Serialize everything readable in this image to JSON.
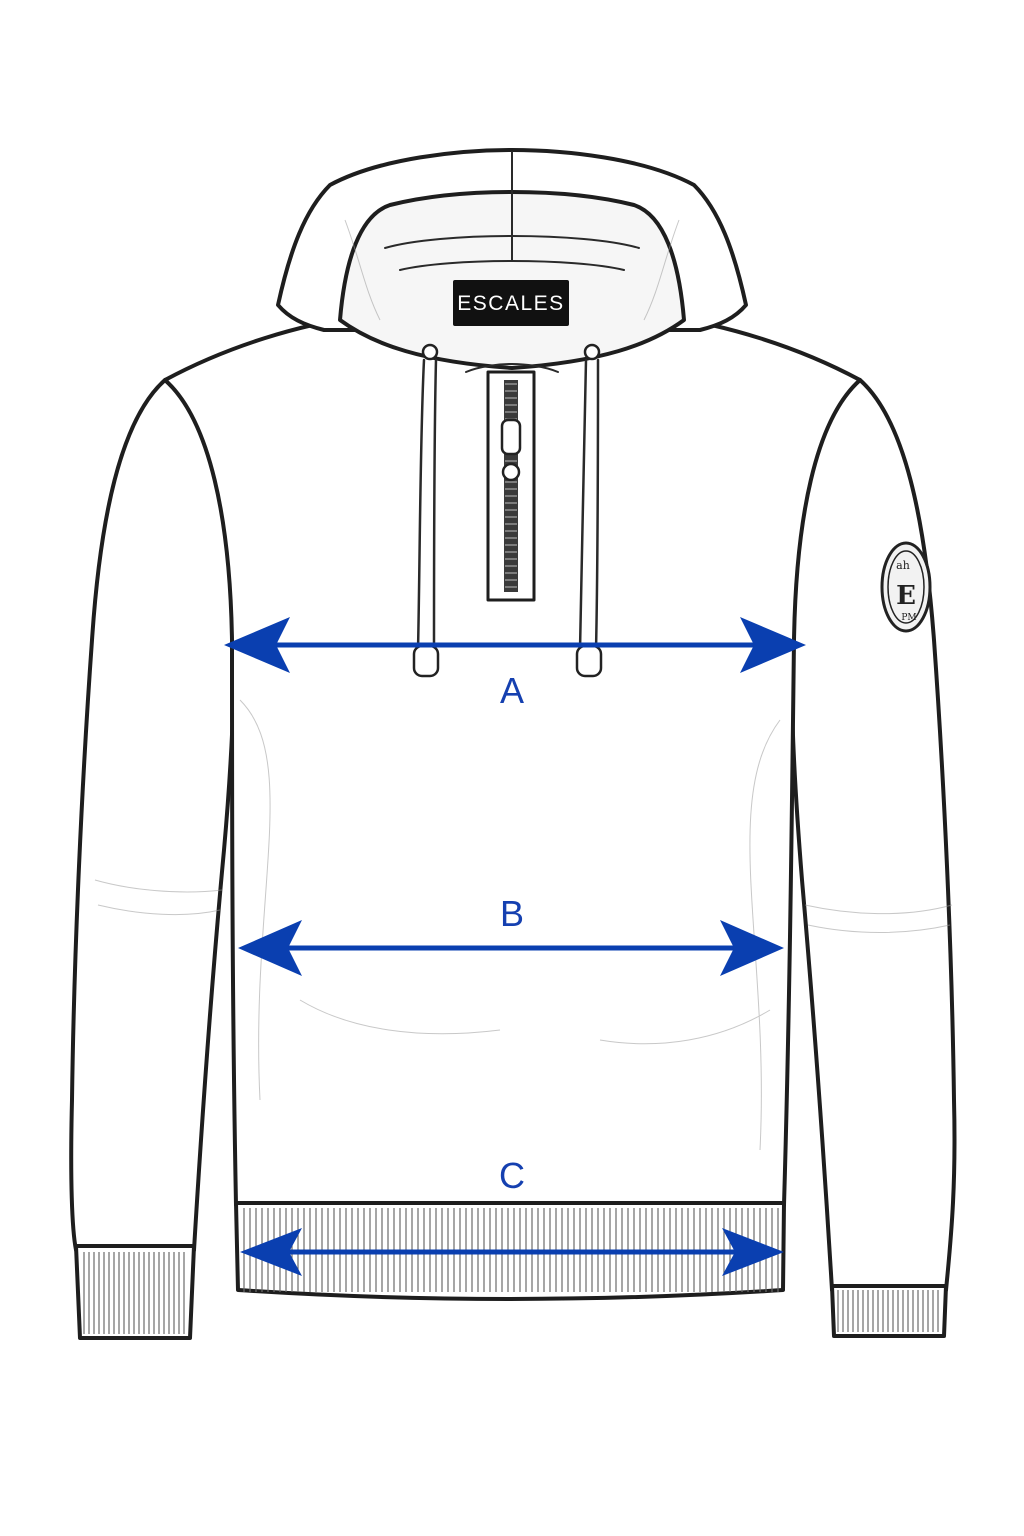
{
  "brand": {
    "label": "ESCALES"
  },
  "sleeve_patch": {
    "letter": "E",
    "top_text": "ah",
    "bottom_text": "PM"
  },
  "measurements": [
    {
      "id": "A",
      "label": "A"
    },
    {
      "id": "B",
      "label": "B"
    },
    {
      "id": "C",
      "label": "C"
    }
  ],
  "colors": {
    "arrow": "#0a3fb0",
    "label": "#1540b0",
    "outline": "#1e1e1e",
    "brand_bg": "#111111"
  }
}
